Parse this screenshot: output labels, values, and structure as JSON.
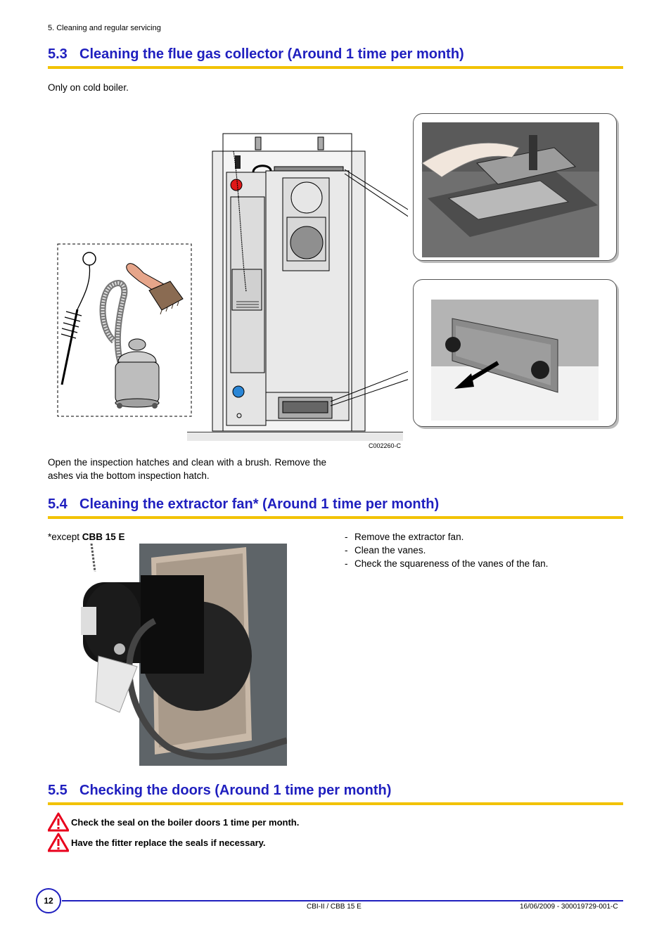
{
  "header": {
    "running_head": "5.  Cleaning and regular servicing"
  },
  "section_53": {
    "number": "5.3",
    "title": "Cleaning the flue gas collector (Around 1 time per month)",
    "note": "Only on cold boiler.",
    "figure_code": "C002260-C",
    "body": "Open the inspection hatches and clean with a brush. Remove the ashes via the bottom inspection hatch."
  },
  "section_54": {
    "number": "5.4",
    "title": "Cleaning the extractor fan* (Around 1 time per month)",
    "except_prefix": "*except ",
    "except_model": "CBB 15 E",
    "steps": [
      "Remove the extractor fan.",
      "Clean the vanes.",
      "Check the squareness of the vanes of the fan."
    ]
  },
  "section_55": {
    "number": "5.5",
    "title": "Checking the doors (Around 1 time per month)",
    "warnings": [
      "Check the seal on the boiler doors 1 time per month.",
      "Have the fitter replace the seals if necessary."
    ]
  },
  "footer": {
    "page_number": "12",
    "model": "CBI-II / CBB 15 E",
    "reference": "16/06/2009 - 300019729-001-C"
  },
  "colors": {
    "heading_blue": "#1f1fbf",
    "rule_yellow": "#f2c200",
    "warning_red": "#e8001c"
  }
}
